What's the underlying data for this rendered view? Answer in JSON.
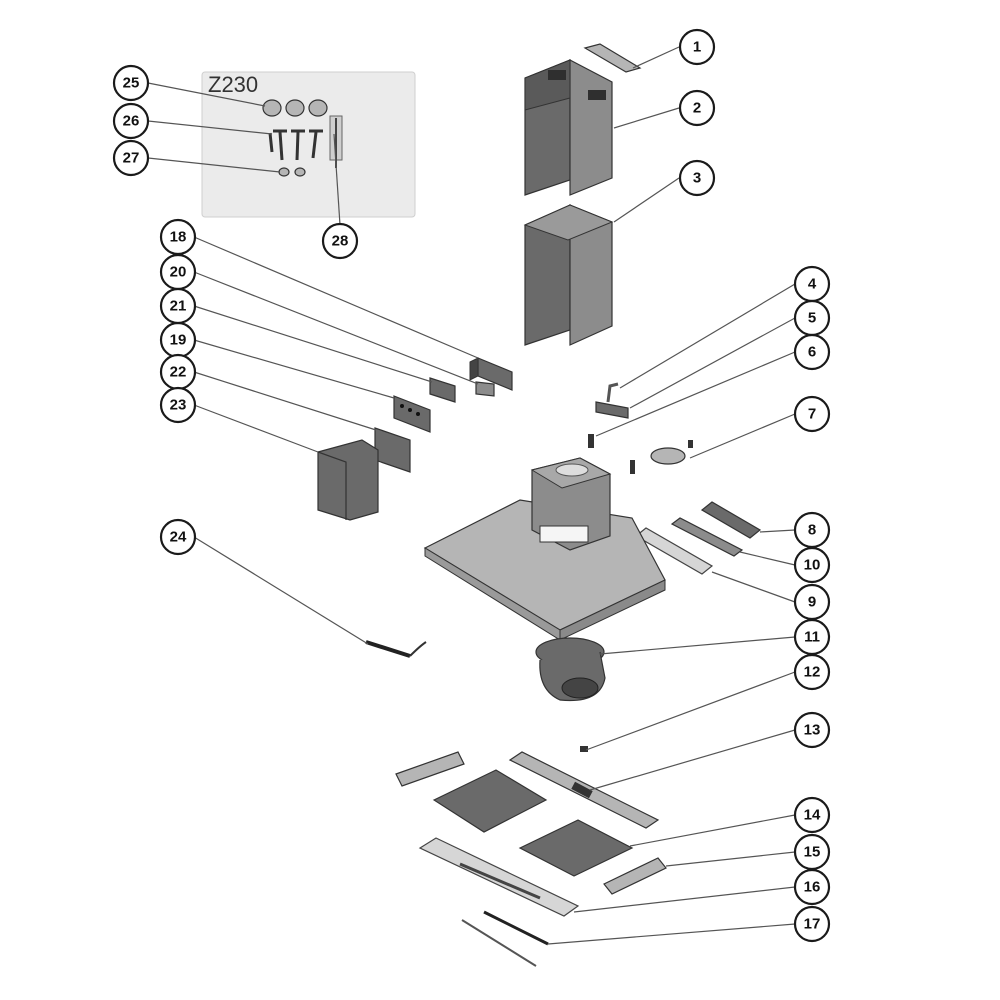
{
  "diagram": {
    "kit_label": "Z230",
    "callouts": [
      {
        "id": "c1",
        "label": "1"
      },
      {
        "id": "c2",
        "label": "2"
      },
      {
        "id": "c3",
        "label": "3"
      },
      {
        "id": "c4",
        "label": "4"
      },
      {
        "id": "c5",
        "label": "5"
      },
      {
        "id": "c6",
        "label": "6"
      },
      {
        "id": "c7",
        "label": "7"
      },
      {
        "id": "c8",
        "label": "8"
      },
      {
        "id": "c9",
        "label": "9"
      },
      {
        "id": "c10",
        "label": "10"
      },
      {
        "id": "c11",
        "label": "11"
      },
      {
        "id": "c12",
        "label": "12"
      },
      {
        "id": "c13",
        "label": "13"
      },
      {
        "id": "c14",
        "label": "14"
      },
      {
        "id": "c15",
        "label": "15"
      },
      {
        "id": "c16",
        "label": "16"
      },
      {
        "id": "c17",
        "label": "17"
      },
      {
        "id": "c18",
        "label": "18"
      },
      {
        "id": "c19",
        "label": "19"
      },
      {
        "id": "c20",
        "label": "20"
      },
      {
        "id": "c21",
        "label": "21"
      },
      {
        "id": "c22",
        "label": "22"
      },
      {
        "id": "c23",
        "label": "23"
      },
      {
        "id": "c24",
        "label": "24"
      },
      {
        "id": "c25",
        "label": "25"
      },
      {
        "id": "c26",
        "label": "26"
      },
      {
        "id": "c27",
        "label": "27"
      },
      {
        "id": "c28",
        "label": "28"
      }
    ]
  }
}
